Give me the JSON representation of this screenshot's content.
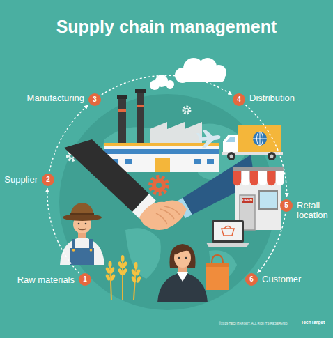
{
  "diagram": {
    "title": "Supply chain management",
    "nodes": [
      {
        "text": [
          "Raw materials",
          "1"
        ]
      },
      {
        "text": [
          "Supplier",
          "2"
        ]
      },
      {
        "text": [
          "Manufacturing",
          "3"
        ]
      },
      {
        "text": [
          "Distribution",
          "4"
        ]
      },
      {
        "text": [
          "Retail location",
          "5"
        ]
      },
      {
        "text": [
          "Customer",
          "6"
        ]
      }
    ],
    "edges": [
      {
        "from": 0,
        "to": 1,
        "arrow": "to"
      },
      {
        "from": 1,
        "to": 2,
        "arrow": "to"
      },
      {
        "from": 2,
        "to": 3,
        "arrow": "to"
      },
      {
        "from": 3,
        "to": 4,
        "arrow": "to"
      },
      {
        "from": 4,
        "to": 5,
        "arrow": "to"
      }
    ],
    "labels": [
      "OPEN",
      "©2019 TECHTARGET. ALL RIGHTS RESERVED.",
      "TechTarget"
    ]
  }
}
